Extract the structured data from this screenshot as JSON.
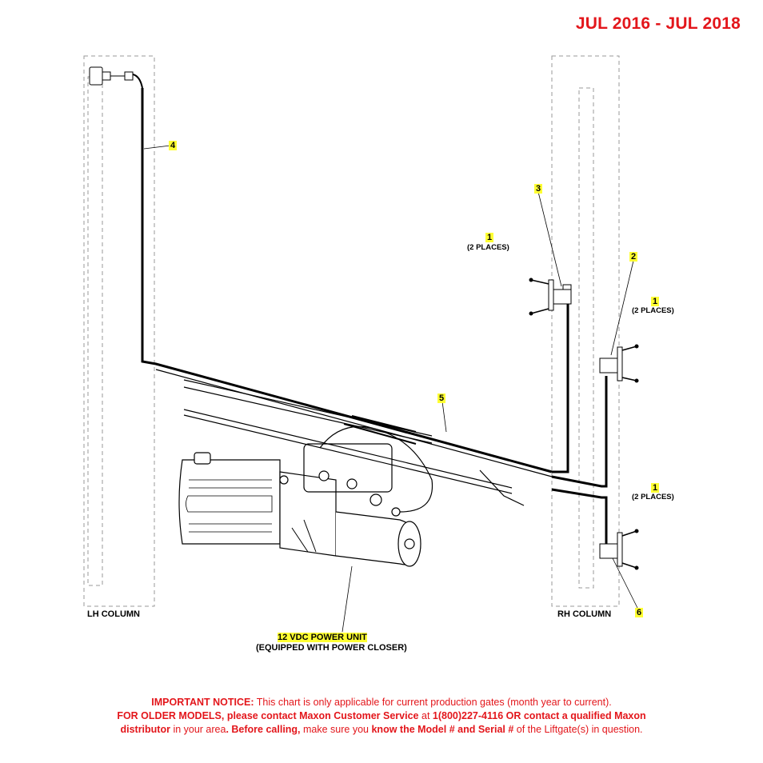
{
  "header": {
    "date_range": "JUL 2016 - JUL 2018"
  },
  "columns": {
    "lh_label": "LH COLUMN",
    "rh_label": "RH COLUMN"
  },
  "callouts": {
    "c1a": {
      "num": "1",
      "sub": "(2 PLACES)"
    },
    "c1b": {
      "num": "1",
      "sub": "(2 PLACES)"
    },
    "c1c": {
      "num": "1",
      "sub": "(2 PLACES)"
    },
    "c2": "2",
    "c3": "3",
    "c4": "4",
    "c5": "5",
    "c6": "6"
  },
  "power_unit": {
    "label": "12 VDC POWER UNIT",
    "sub": "(EQUIPPED WITH POWER CLOSER)"
  },
  "notice": {
    "l1_bold": "IMPORTANT NOTICE:",
    "l1_text": " This chart is only applicable for current production gates (month year to current).",
    "l2_a": "FOR OLDER MODELS, please contact Maxon Customer Service",
    "l2_b": " at ",
    "l2_c": "1(800)227-4116 OR contact a qualified Maxon",
    "l3_a": "distributor",
    "l3_b": " in your area",
    "l3_c": ". Before calling,",
    "l3_d": " make sure you ",
    "l3_e": "know the Model # and Serial #",
    "l3_f": " of the Liftgate(s) in question."
  },
  "colors": {
    "accent_red": "#e3161b",
    "highlight": "#ffff33"
  }
}
